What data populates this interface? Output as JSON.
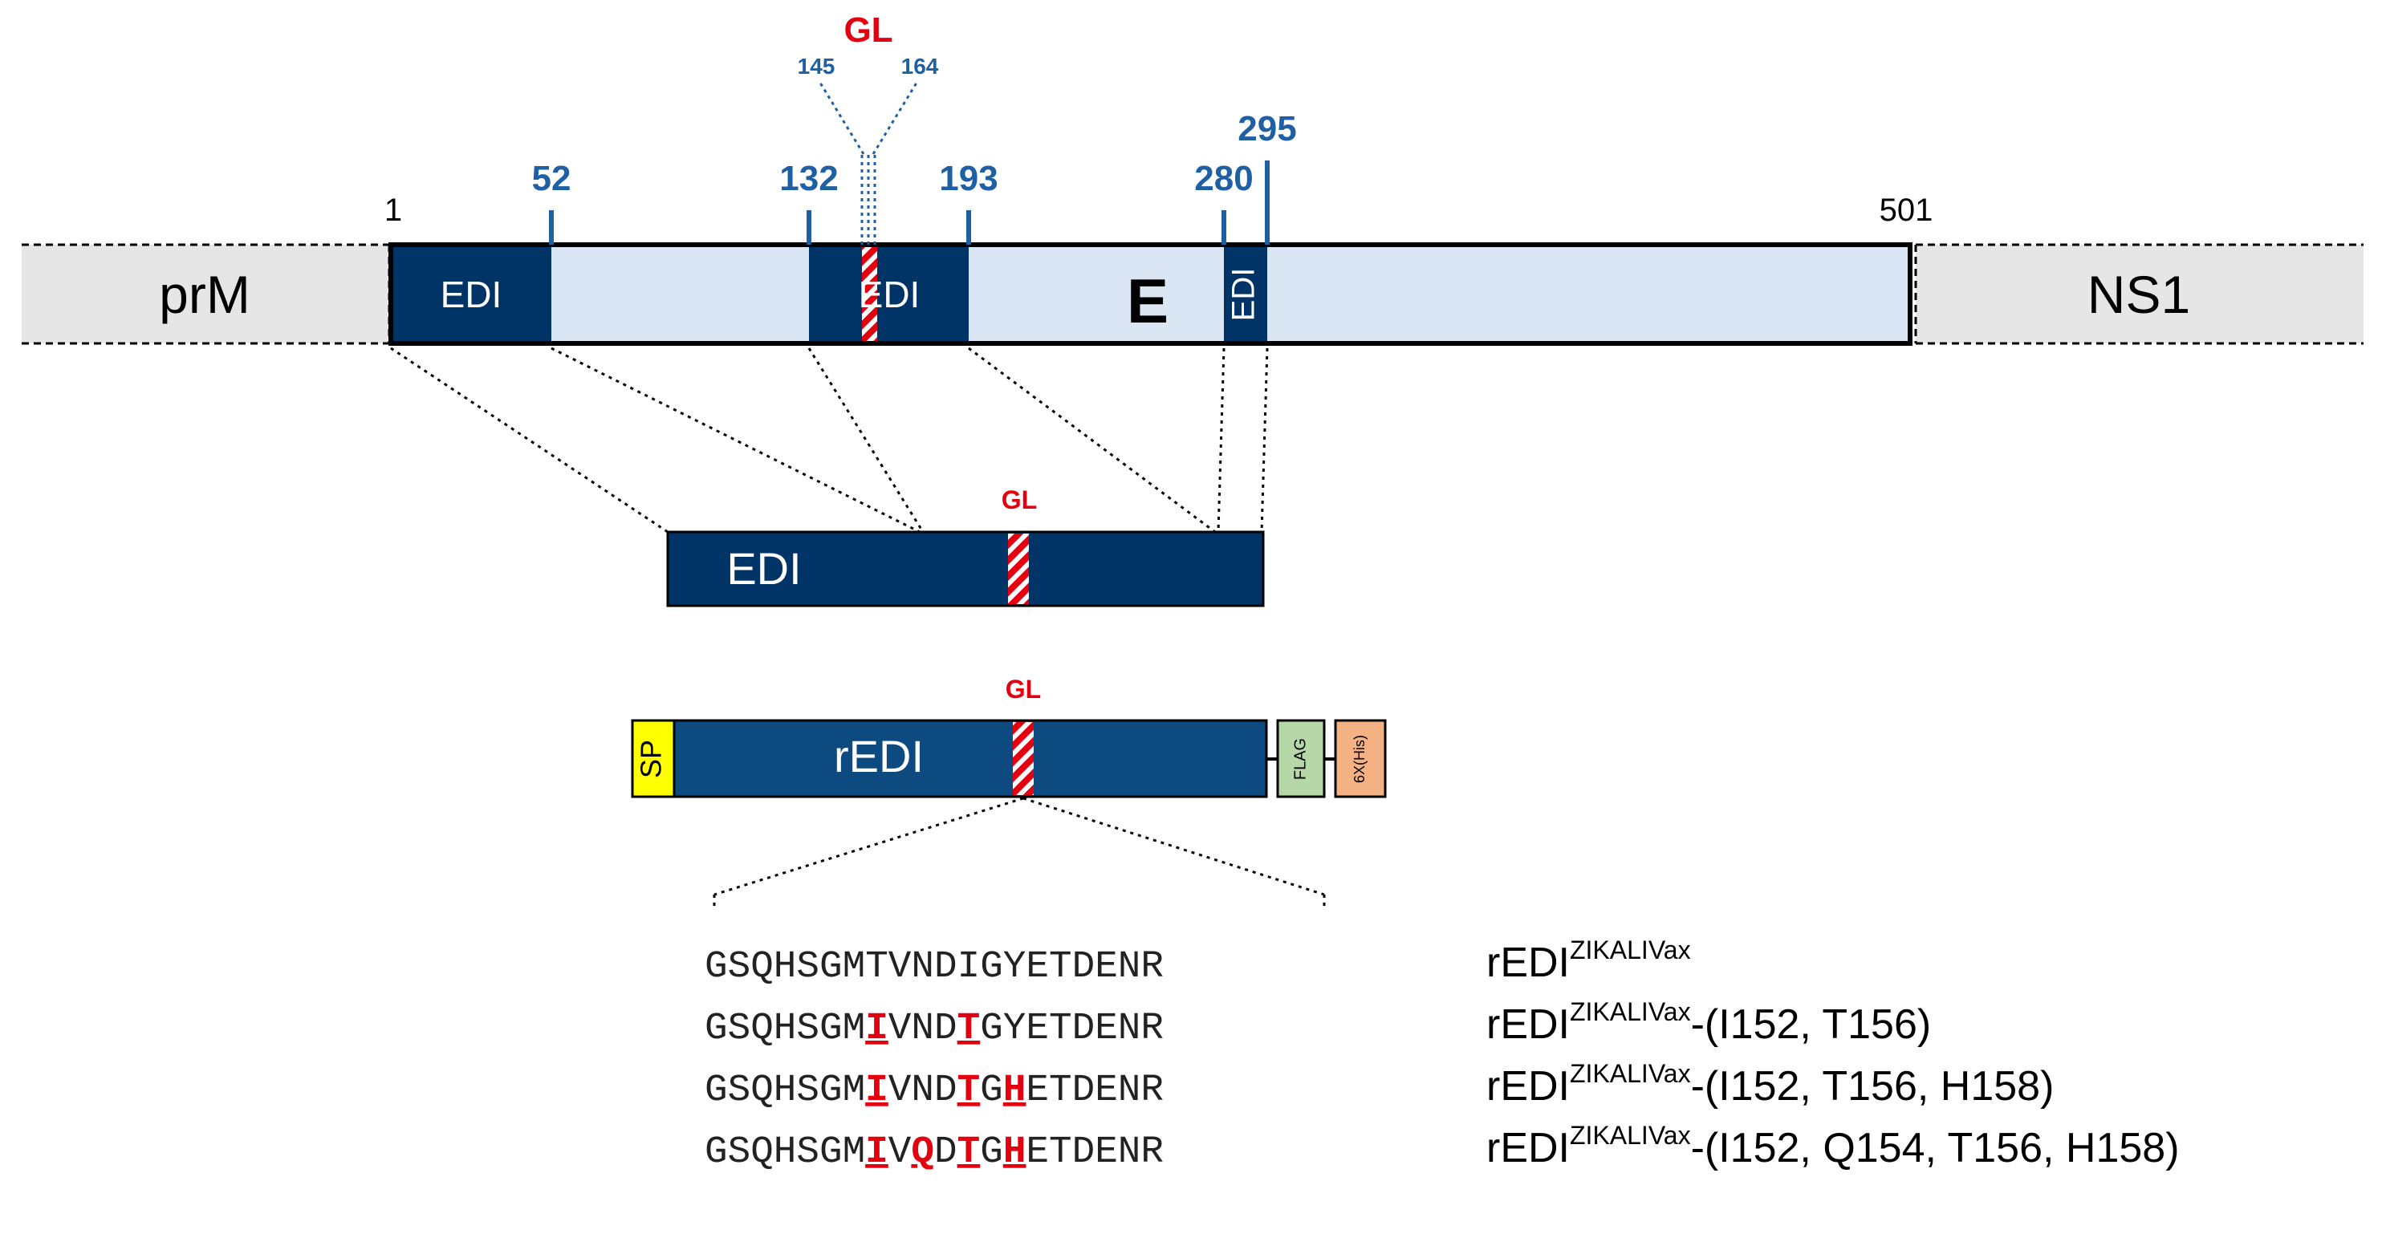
{
  "colors": {
    "domain_dark": "#003366",
    "domain_mid": "#0d4a80",
    "domain_light": "#dbe6f4",
    "flank_gray": "#e6e6e6",
    "position_blue": "#1f5fa3",
    "glycan_red": "#e3000f",
    "sp_yellow": "#ffff00",
    "flag_green": "#b6d7a8",
    "his_orange": "#f4b183"
  },
  "top_bar": {
    "left_flank": "prM",
    "right_flank": "NS1",
    "protein_label": "E",
    "start_pos": "1",
    "end_pos": "501",
    "domain_labels": [
      "EDI",
      "EDI",
      "EDI"
    ],
    "positions": [
      "52",
      "132",
      "193",
      "280",
      "295"
    ],
    "gl_label": "GL",
    "gl_start": "145",
    "gl_end": "164"
  },
  "edi_construct": {
    "label": "EDI",
    "gl_label": "GL"
  },
  "redi_construct": {
    "label": "rEDI",
    "gl_label": "GL",
    "sp_label": "SP",
    "flag_label": "FLAG",
    "his_label": "6X(His)"
  },
  "sequences": [
    {
      "segments": [
        {
          "t": "GSQHSGMTVNDIGYETDENR",
          "m": false
        }
      ],
      "name_base": "rEDI",
      "name_sup": "ZIKALIVax",
      "name_suffix": ""
    },
    {
      "segments": [
        {
          "t": "GSQHSGM",
          "m": false
        },
        {
          "t": "I",
          "m": true
        },
        {
          "t": "VND",
          "m": false
        },
        {
          "t": "T",
          "m": true
        },
        {
          "t": "GYETDENR",
          "m": false
        }
      ],
      "name_base": "rEDI",
      "name_sup": "ZIKALIVax",
      "name_suffix": "-(I152, T156)"
    },
    {
      "segments": [
        {
          "t": "GSQHSGM",
          "m": false
        },
        {
          "t": "I",
          "m": true
        },
        {
          "t": "VND",
          "m": false
        },
        {
          "t": "T",
          "m": true
        },
        {
          "t": "G",
          "m": false
        },
        {
          "t": "H",
          "m": true
        },
        {
          "t": "ETDENR",
          "m": false
        }
      ],
      "name_base": "rEDI",
      "name_sup": "ZIKALIVax",
      "name_suffix": "-(I152, T156, H158)"
    },
    {
      "segments": [
        {
          "t": "GSQHSGM",
          "m": false
        },
        {
          "t": "I",
          "m": true
        },
        {
          "t": "V",
          "m": false
        },
        {
          "t": "Q",
          "m": true
        },
        {
          "t": "D",
          "m": false
        },
        {
          "t": "T",
          "m": true
        },
        {
          "t": "G",
          "m": false
        },
        {
          "t": "H",
          "m": true
        },
        {
          "t": "ETDENR",
          "m": false
        }
      ],
      "name_base": "rEDI",
      "name_sup": "ZIKALIVax",
      "name_suffix": "-(I152, Q154, T156, H158)"
    }
  ]
}
